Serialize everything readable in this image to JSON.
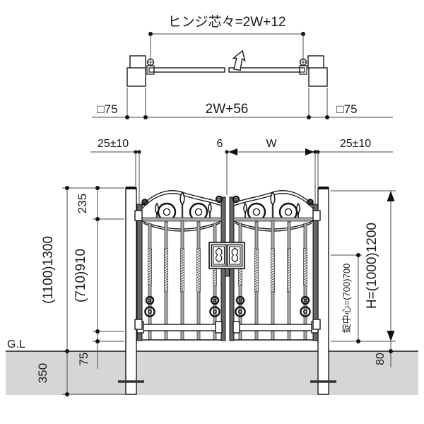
{
  "plan": {
    "hinge_pitch_label": "ヒンジ芯々=2W+12",
    "overall_width_label": "2W+56",
    "left_post_label": "□75",
    "right_post_label": "□75"
  },
  "clearance": {
    "left_offset_label": "25±10",
    "center_gap_label": "6",
    "leaf_width_label": "W",
    "right_offset_label": "25±10"
  },
  "elevation": {
    "ground_label": "G.L",
    "left": {
      "top_section": "235",
      "mid_section": "(710)910",
      "overall_height": "(1100)1300",
      "bottom_clearance": "75",
      "embed_depth": "350"
    },
    "right": {
      "gate_height": "H=(1000)1200",
      "lock_center": "錠中心=(700)700",
      "bottom_clearance": "80"
    }
  },
  "colors": {
    "line": "#1a1a1a",
    "ground": "#d6d6d6",
    "bar": "#a9a9a9",
    "stile": "#676767"
  }
}
